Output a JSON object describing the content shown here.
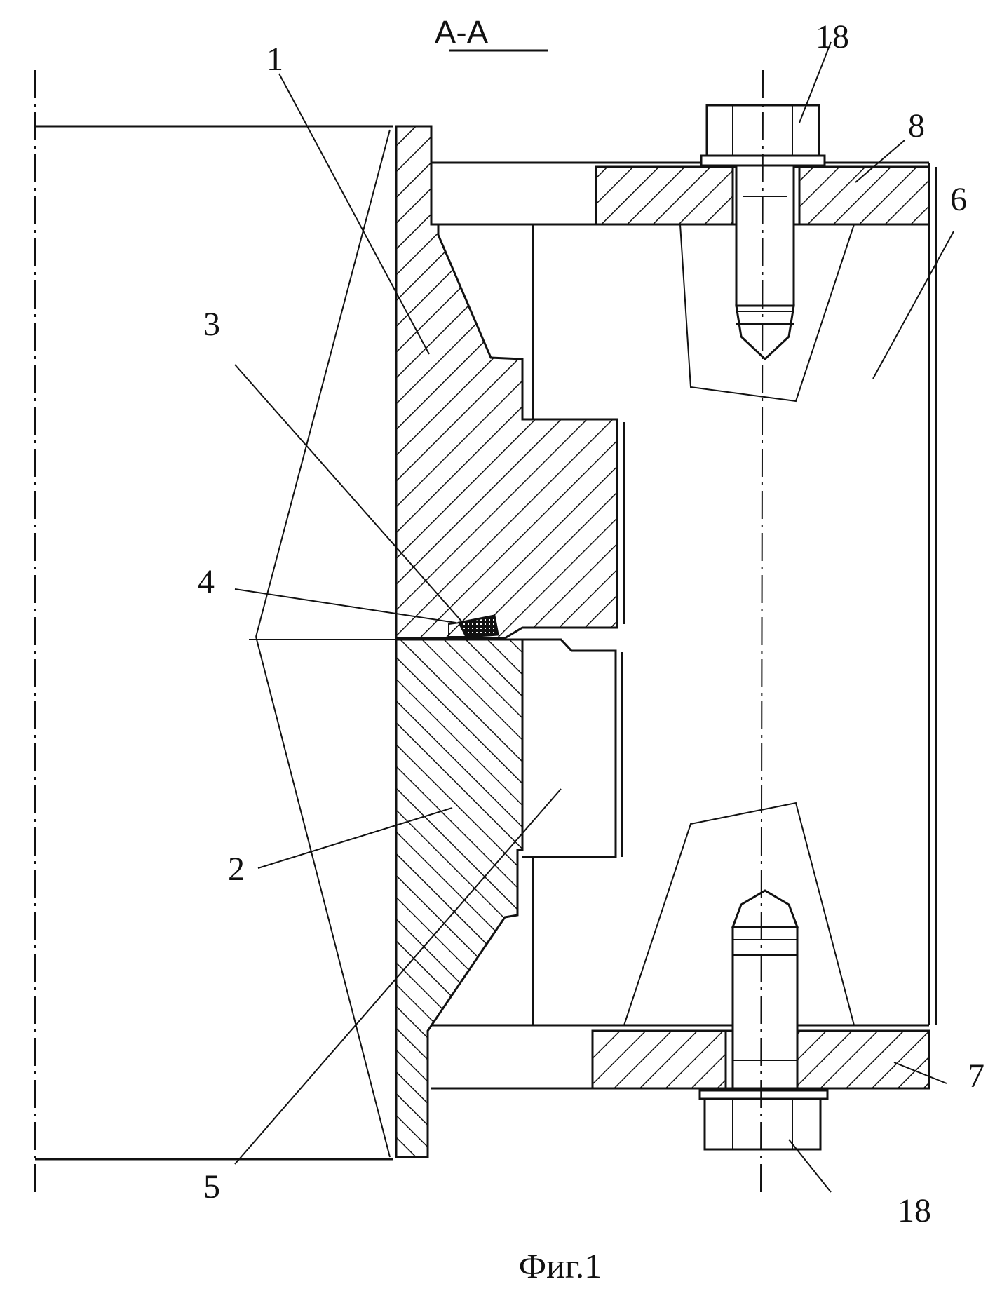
{
  "figure": {
    "section_label": "A-A",
    "caption": "Фиг.1",
    "callouts": {
      "c1": "1",
      "c2": "2",
      "c3": "3",
      "c4": "4",
      "c5": "5",
      "c6": "6",
      "c7": "7",
      "c8": "8",
      "c18_top": "18",
      "c18_bottom": "18"
    }
  }
}
